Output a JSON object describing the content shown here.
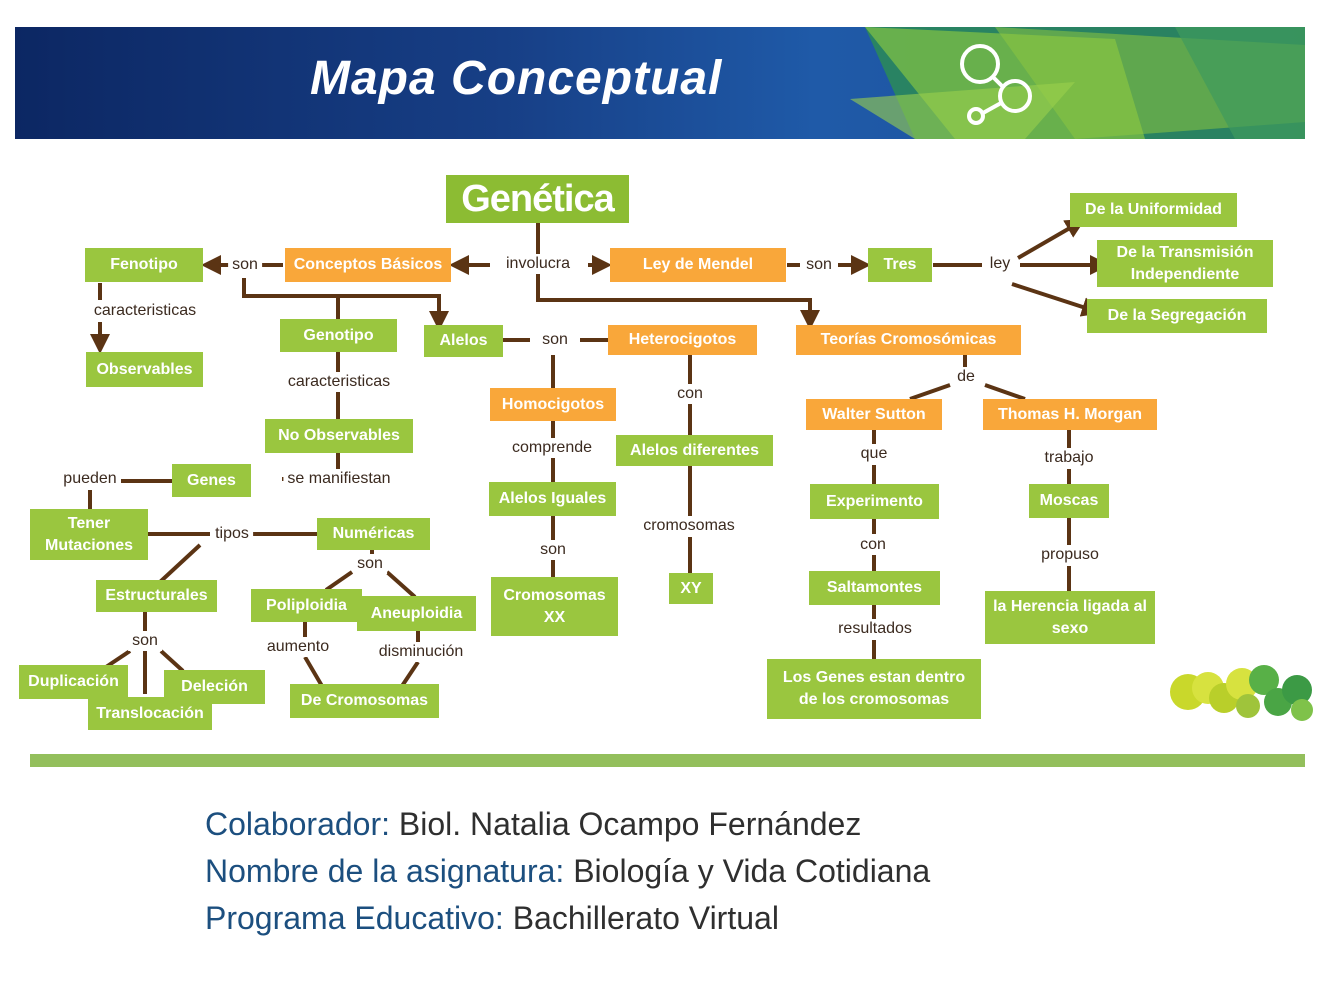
{
  "header": {
    "title": "Mapa Conceptual",
    "icon": "molecule-icon"
  },
  "colors": {
    "banner_blue": "#0c2763",
    "green_box": "#9ac63f",
    "orange_box": "#f9a73a",
    "connector": "#5b3414",
    "credit_key": "#1c4f7f"
  },
  "concept_map": {
    "root": "Genética",
    "nodes": {
      "fenotipo": "Fenotipo",
      "conceptos_basicos": "Conceptos Básicos",
      "ley_de_mendel": "Ley de Mendel",
      "tres": "Tres",
      "de_la_uniformidad": "De la Uniformidad",
      "de_la_transmision": "De la Transmisión Independiente",
      "de_la_segregacion": "De la Segregación",
      "observables": "Observables",
      "genotipo": "Genotipo",
      "alelos": "Alelos",
      "heterocigotos": "Heterocigotos",
      "teorias_cromosomicas": "Teorías Cromosómicas",
      "homocigotos": "Homocigotos",
      "no_observables": "No Observables",
      "alelos_diferentes": "Alelos diferentes",
      "walter_sutton": "Walter Sutton",
      "thomas_morgan": "Thomas H. Morgan",
      "genes": "Genes",
      "alelos_iguales": "Alelos Iguales",
      "experimento": "Experimento",
      "moscas": "Moscas",
      "tener_mutaciones": "Tener Mutaciones",
      "numericas": "Numéricas",
      "estructurales": "Estructurales",
      "poliploidia": "Poliploidia",
      "aneuploidia": "Aneuploidia",
      "cromosomas_xx": "Cromosomas XX",
      "xy": "XY",
      "saltamontes": "Saltamontes",
      "herencia_ligada": "la Herencia ligada al sexo",
      "duplicacion": "Duplicación",
      "delecion": "Deleción",
      "translocacion": "Translocación",
      "de_cromosomas": "De Cromosomas",
      "genes_dentro": "Los Genes estan dentro de los cromosomas"
    },
    "links": {
      "involucra": "involucra",
      "son_fenotipo": "son",
      "son_ley": "son",
      "ley": "ley",
      "caracteristicas_fenotipo": "caracteristicas",
      "caracteristicas_genotipo": "caracteristicas",
      "son_alelos": "son",
      "con_hetero": "con",
      "de_teorias": "de",
      "comprende": "comprende",
      "que": "que",
      "trabajo": "trabajo",
      "pueden": "pueden",
      "se_manifiestan": "se manifiestan",
      "son_homo": "son",
      "cromosomas": "cromosomas",
      "con_experimento": "con",
      "propuso": "propuso",
      "tipos": "tipos",
      "son_numericas": "son",
      "son_estructurales": "son",
      "aumento": "aumento",
      "disminucion": "disminución",
      "resultados": "resultados"
    }
  },
  "credits": [
    {
      "key": "Colaborador:",
      "value": " Biol. Natalia Ocampo Fernández"
    },
    {
      "key": "Nombre de la asignatura:",
      "value": " Biología y Vida Cotidiana"
    },
    {
      "key": "Programa Educativo:",
      "value": " Bachillerato Virtual"
    }
  ],
  "brand_icon": "green-spheres-icon"
}
